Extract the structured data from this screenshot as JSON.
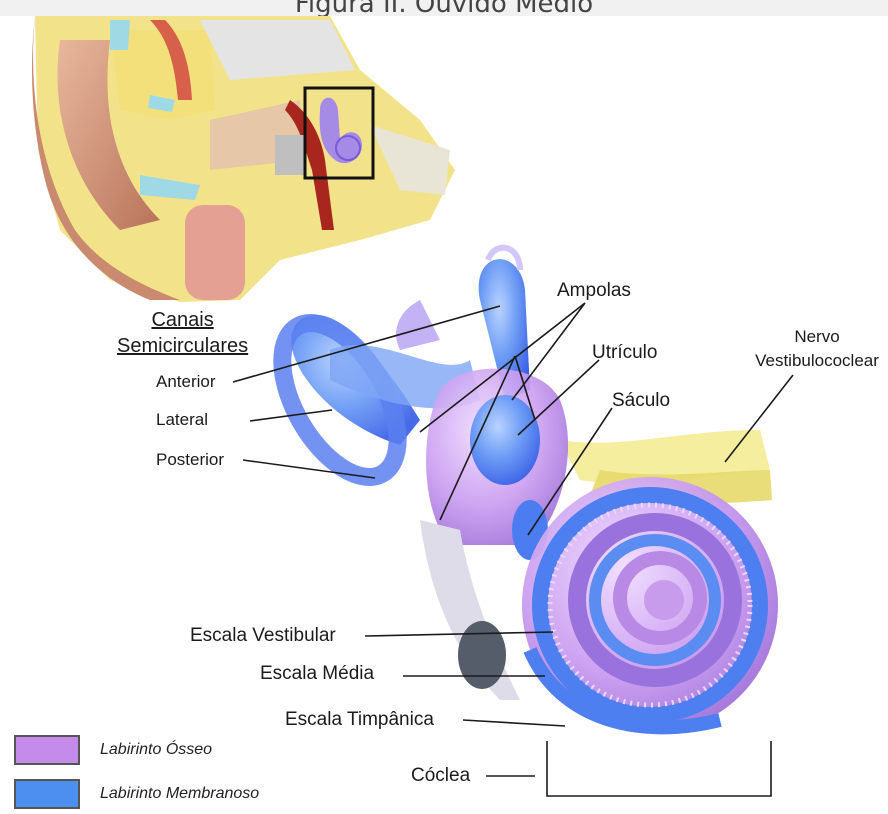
{
  "caption": "Figura II. Ouvido Médio",
  "labels": {
    "canais_line1": "Canais",
    "canais_line2": "Semicirculares",
    "anterior": "Anterior",
    "lateral": "Lateral",
    "posterior": "Posterior",
    "ampolas": "Ampolas",
    "utriculo": "Utrículo",
    "saculo": "Sáculo",
    "nervo_line1": "Nervo",
    "nervo_line2": "Vestibulococlear",
    "escala_vestibular": "Escala Vestibular",
    "escala_media": "Escala Média",
    "escala_timpanica": "Escala Timpânica",
    "coclea": "Cóclea"
  },
  "legend": [
    {
      "label": "Labirinto Ósseo",
      "color": "#c58bea"
    },
    {
      "label": "Labirinto Membranoso",
      "color": "#4d8ff0"
    }
  ],
  "colors": {
    "bony": "#c58bea",
    "membranous": "#4d8ff0",
    "nerve": "#f1ea8a",
    "skin": "#d9a58a",
    "bone": "#f3e58a"
  }
}
